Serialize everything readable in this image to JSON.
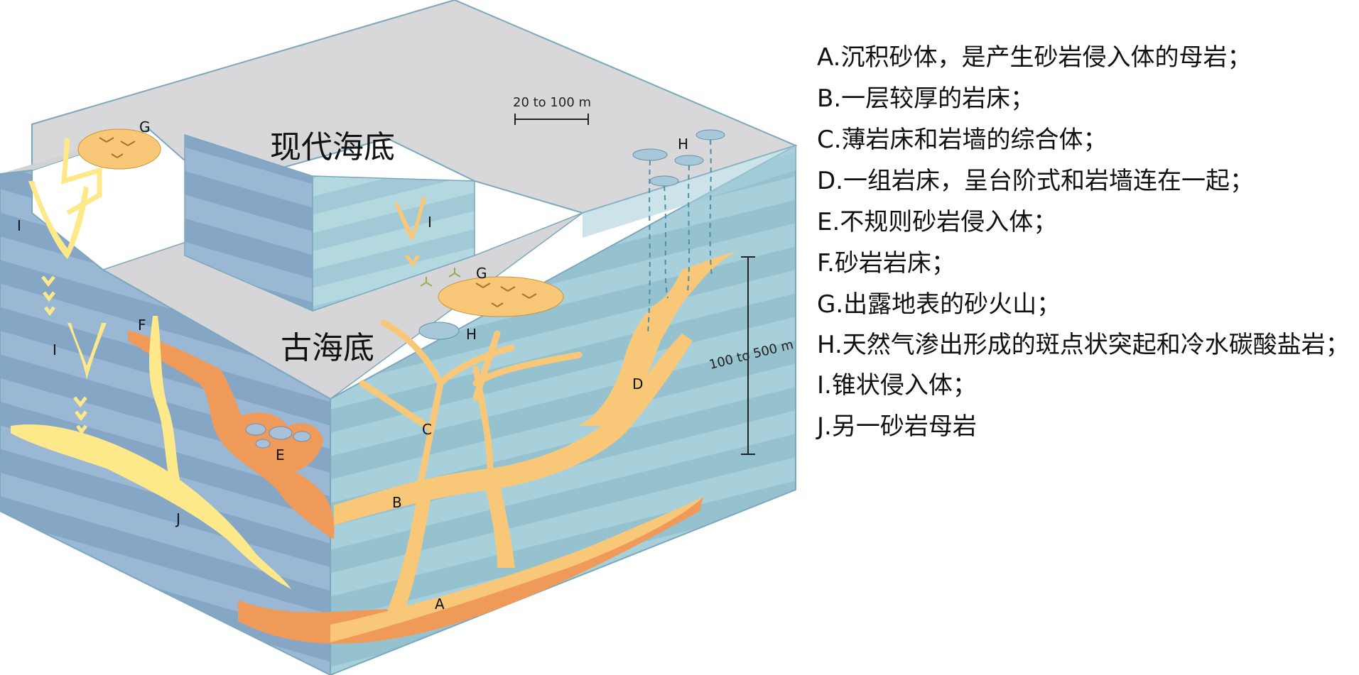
{
  "labels": {
    "modern_seafloor": "现代海底",
    "ancient_seafloor": "古海底",
    "scale_small": "20 to 100 m",
    "scale_large": "100 to 500 m",
    "A": "A",
    "B": "B",
    "C": "C",
    "D": "D",
    "E": "E",
    "F": "F",
    "G": "G",
    "H": "H",
    "I": "I",
    "J": "J"
  },
  "legend": [
    "A.沉积砂体，是产生砂岩侵入体的母岩；",
    "B.一层较厚的岩床；",
    "C.薄岩床和岩墙的综合体；",
    "D.一组岩床，呈台阶式和岩墙连在一起；",
    "E.不规则砂岩侵入体；",
    "F.砂岩岩床；",
    "G.出露地表的砂火山；",
    "H.天然气渗出形成的斑点状突起和冷水碳酸盐岩；",
    "I.锥状侵入体；",
    "J.另一砂岩母岩"
  ],
  "colors": {
    "top_surface": "#d9d9db",
    "front_face": "#9fc9d6",
    "left_face": "#8fb0cc",
    "sand_yellow": "#f8c878",
    "sand_orange": "#f09a5a",
    "pale_yellow": "#fde98a"
  }
}
